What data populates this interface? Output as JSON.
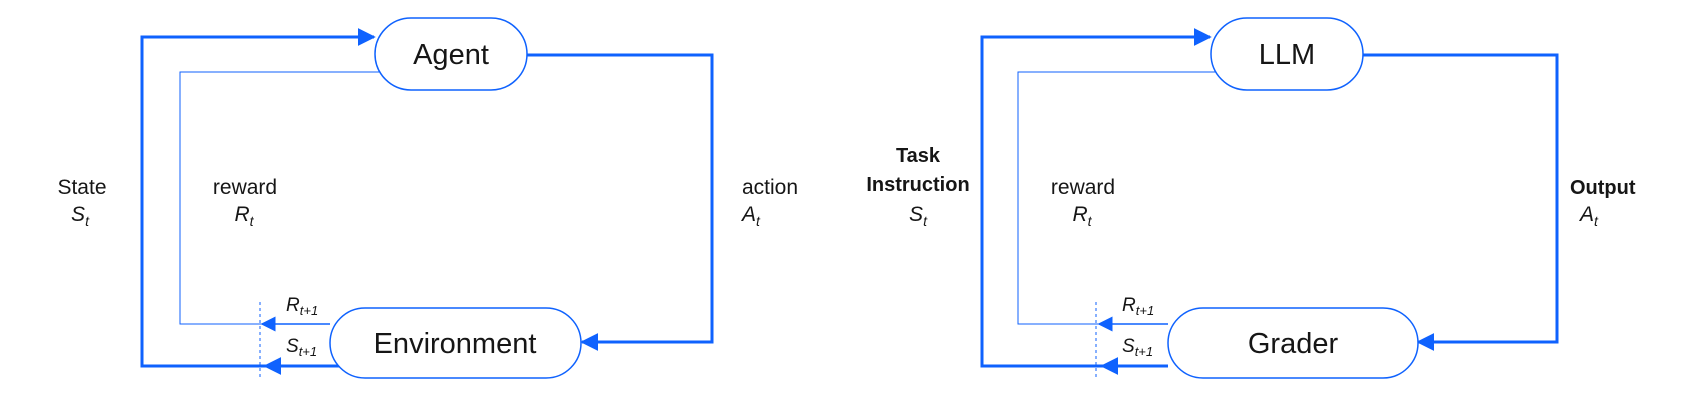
{
  "left_diagram": {
    "top_node": "Agent",
    "bottom_node": "Environment",
    "state_label": "State",
    "state_symbol": "S",
    "state_sub": "t",
    "reward_label": "reward",
    "reward_symbol": "R",
    "reward_sub": "t",
    "action_label": "action",
    "action_symbol": "A",
    "action_sub": "t",
    "next_reward_symbol": "R",
    "next_reward_sub": "t+1",
    "next_state_symbol": "S",
    "next_state_sub": "t+1"
  },
  "right_diagram": {
    "top_node": "LLM",
    "bottom_node": "Grader",
    "state_label_line1": "Task",
    "state_label_line2": "Instruction",
    "state_symbol": "S",
    "state_sub": "t",
    "reward_label": "reward",
    "reward_symbol": "R",
    "reward_sub": "t",
    "action_label": "Output",
    "action_symbol": "A",
    "action_sub": "t",
    "next_reward_symbol": "R",
    "next_reward_sub": "t+1",
    "next_state_symbol": "S",
    "next_state_sub": "t+1"
  },
  "colors": {
    "arrow": "#0f62fe",
    "node_border": "#0f62fe",
    "text": "#161616"
  }
}
